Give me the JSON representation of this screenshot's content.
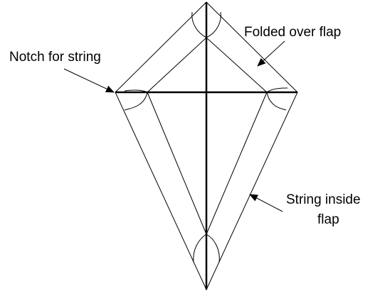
{
  "labels": {
    "notch": "Notch for string",
    "folded_flap": "Folded over flap",
    "string_inside_line1": "String inside",
    "string_inside_line2": "flap"
  },
  "colors": {
    "stroke": "#000000",
    "background": "#ffffff"
  }
}
